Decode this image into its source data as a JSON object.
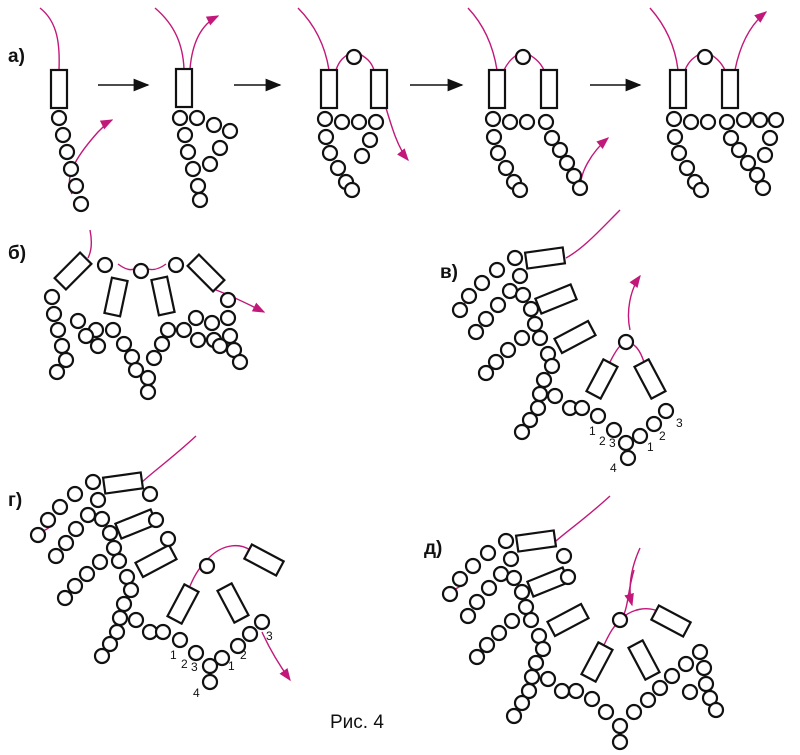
{
  "figure": {
    "caption": "Рис. 4",
    "colors": {
      "bead_stroke": "#111111",
      "thread": "#c2187a",
      "arrow": "#111111"
    }
  },
  "panels": [
    {
      "id": "a",
      "label": "а)",
      "steps": 5
    },
    {
      "id": "b",
      "label": "б)"
    },
    {
      "id": "v",
      "label": "в)",
      "bead_numbers": [
        "1",
        "2",
        "3",
        "4",
        "1",
        "2",
        "3"
      ]
    },
    {
      "id": "g",
      "label": "г)",
      "bead_numbers": [
        "1",
        "2",
        "3",
        "4",
        "1",
        "2",
        "3"
      ]
    },
    {
      "id": "d",
      "label": "д)"
    }
  ]
}
